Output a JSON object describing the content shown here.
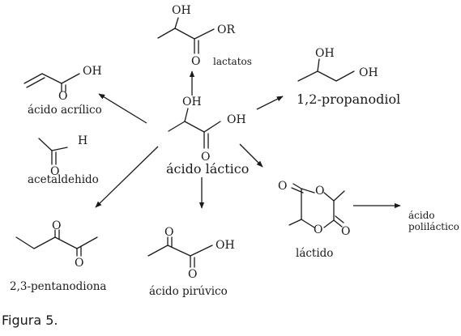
{
  "center": {
    "label": "ácido láctico",
    "oh_top": "OH",
    "oh_right": "OH",
    "o_bottom": "O"
  },
  "lactatos": {
    "label": "lactatos",
    "oh": "OH",
    "or": "OR",
    "o": "O"
  },
  "acrylic": {
    "label": "ácido acrílico",
    "oh": "OH",
    "o": "O"
  },
  "acetaldehyde": {
    "label": "acetaldehido",
    "h": "H",
    "o": "O"
  },
  "propanediol": {
    "label": "1,2-propanodiol",
    "oh1": "OH",
    "oh2": "OH"
  },
  "lactide": {
    "label": "láctido",
    "o1": "O",
    "o2": "O",
    "o3": "O",
    "o4": "O"
  },
  "polylactic": {
    "line1": "ácido",
    "line2": "poliláctico"
  },
  "pentanedione": {
    "label": "2,3-pentanodiona",
    "o1": "O",
    "o2": "O"
  },
  "pyruvic": {
    "label": "ácido pirúvico",
    "oh": "OH",
    "o1": "O",
    "o2": "O"
  },
  "caption": "Figura 5."
}
